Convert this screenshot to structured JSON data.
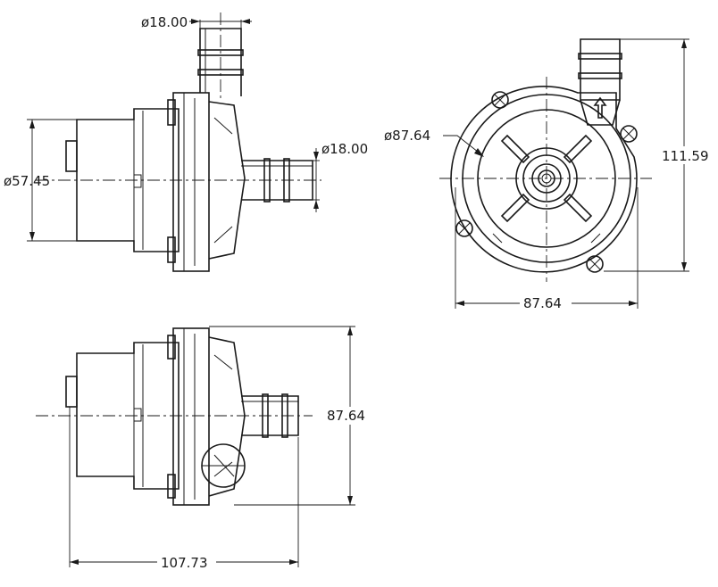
{
  "drawing": {
    "side_view": {
      "outlet_diameter": "ø18.00",
      "inlet_diameter": "ø18.00",
      "body_diameter": "ø57.45"
    },
    "front_view": {
      "volute_diameter": "ø87.64",
      "width": "87.64",
      "height": "111.59"
    },
    "bottom_view": {
      "height": "87.64",
      "length": "107.73"
    }
  }
}
